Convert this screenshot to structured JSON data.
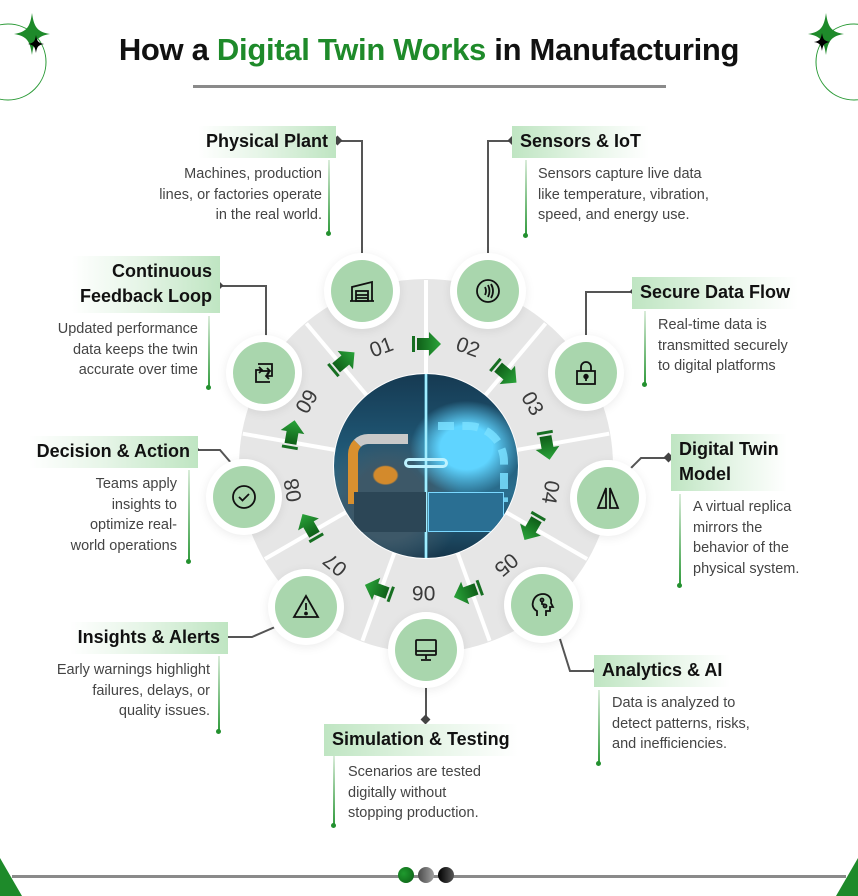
{
  "title": {
    "prefix": "How a ",
    "accent": "Digital Twin Works",
    "suffix": " in Manufacturing",
    "accent_color": "#1e8a2a"
  },
  "colors": {
    "brand_green": "#1e8a2a",
    "node_fill": "#a9d6ad",
    "ring_gray": "#e6e6e6",
    "rule_gray": "#8a8a8a"
  },
  "center_image": {
    "description": "Split view: physical robotic arm on the left, holographic digital twin on the right, joined by a glowing chain"
  },
  "steps": [
    {
      "number": "01",
      "title": "Physical Plant",
      "icon": "factory-icon",
      "description": "Machines, production lines, or factories operate in the real world."
    },
    {
      "number": "02",
      "title": "Sensors & IoT",
      "icon": "sensor-signal-icon",
      "description": "Sensors capture live data like temperature, vibration, speed, and energy use."
    },
    {
      "number": "03",
      "title": "Secure Data Flow",
      "icon": "lock-icon",
      "description": "Real-time data is transmitted securely to digital platforms"
    },
    {
      "number": "04",
      "title": "Digital Twin Model",
      "title_lines": [
        "Digital Twin",
        "Model"
      ],
      "icon": "mirror-icon",
      "description": "A virtual replica mirrors the behavior of the physical system."
    },
    {
      "number": "05",
      "title": "Analytics & AI",
      "icon": "ai-head-icon",
      "description": "Data is analyzed to detect patterns, risks, and inefficiencies."
    },
    {
      "number": "06",
      "title": "Simulation & Testing",
      "icon": "monitor-icon",
      "description": "Scenarios are tested digitally without stopping production."
    },
    {
      "number": "07",
      "title": "Insights & Alerts",
      "icon": "warning-icon",
      "description": "Early warnings highlight failures, delays, or quality issues."
    },
    {
      "number": "08",
      "title": "Decision & Action",
      "icon": "check-circle-icon",
      "description": "Teams apply insights to optimize real-world operations"
    },
    {
      "number": "09",
      "title": "Continuous Feedback Loop",
      "title_lines": [
        "Continuous",
        "Feedback Loop"
      ],
      "icon": "swap-arrows-icon",
      "description": "Updated performance data keeps the twin accurate over time"
    }
  ],
  "desc_lines": {
    "s1": [
      "Machines, production",
      "lines, or factories operate",
      "in the real world."
    ],
    "s2": [
      "Sensors capture live data",
      "like temperature, vibration,",
      "speed, and energy use."
    ],
    "s3": [
      "Real-time data is",
      "transmitted securely",
      "to digital platforms"
    ],
    "s4": [
      "A virtual replica",
      "mirrors the",
      "behavior of the",
      "physical system."
    ],
    "s5": [
      "Data is analyzed to",
      "detect patterns, risks,",
      "and inefficiencies."
    ],
    "s6": [
      "Scenarios are tested",
      "digitally without",
      "stopping production."
    ],
    "s7": [
      "Early warnings highlight",
      "failures, delays, or",
      "quality issues."
    ],
    "s8": [
      "Teams apply",
      "insights to",
      "optimize real-",
      "world operations"
    ],
    "s9": [
      "Updated performance",
      "data keeps the twin",
      "accurate over time"
    ]
  }
}
